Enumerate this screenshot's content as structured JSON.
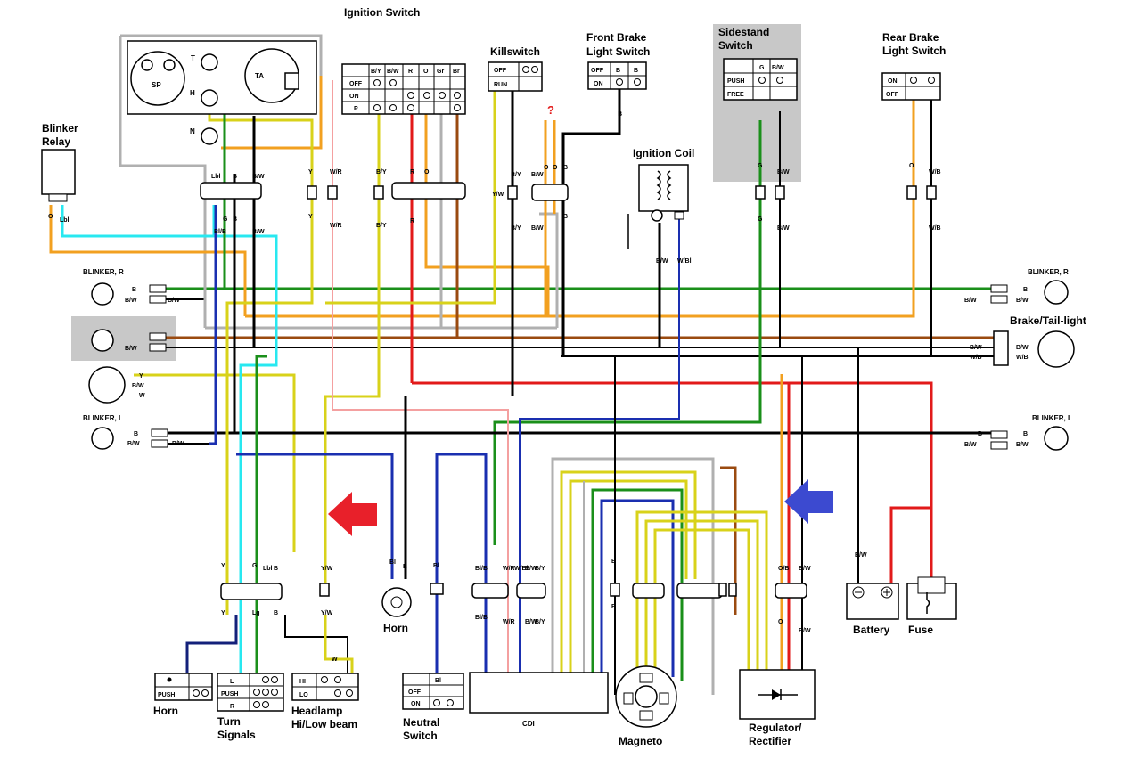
{
  "labels": {
    "ignition_switch": "Ignition Switch",
    "killswitch": "Killswitch",
    "front_brake_1": "Front Brake",
    "front_brake_2": "Light Switch",
    "sidestand_1": "Sidestand",
    "sidestand_2": "Switch",
    "rear_brake_1": "Rear Brake",
    "rear_brake_2": "Light Switch",
    "blinker_relay_1": "Blinker",
    "blinker_relay_2": "Relay",
    "ignition_coil": "Ignition Coil",
    "blinker_r_left": "BLINKER, R",
    "blinker_r_right": "BLINKER, R",
    "blinker_l_left": "BLINKER, L",
    "blinker_l_right": "BLINKER, L",
    "brake_tail_light": "Brake/Tail-light",
    "horn_center": "Horn",
    "horn_switch": "Horn",
    "turn_signals_1": "Turn",
    "turn_signals_2": "Signals",
    "headlamp_1": "Headlamp",
    "headlamp_2": "Hi/Low beam",
    "neutral_1": "Neutral",
    "neutral_2": "Switch",
    "cdi": "CDI",
    "magneto": "Magneto",
    "regulator_1": "Regulator/",
    "regulator_2": "Rectifier",
    "battery": "Battery",
    "fuse": "Fuse"
  },
  "gauges": {
    "speedo": "SP",
    "tacho": "TA",
    "t": "T",
    "h": "H",
    "n": "N"
  },
  "ignition_table": {
    "headers": [
      "B/Y",
      "B/W",
      "R",
      "O",
      "Gr",
      "Br"
    ],
    "rows": [
      "OFF",
      "ON",
      "P"
    ]
  },
  "killswitch_table": {
    "rows": [
      "OFF",
      "RUN"
    ]
  },
  "front_brake_table": {
    "headers": [
      "B",
      "B"
    ],
    "rows": [
      "OFF",
      "ON"
    ]
  },
  "sidestand_table": {
    "headers": [
      "G",
      "B/W"
    ],
    "rows": [
      "PUSH",
      "FREE"
    ]
  },
  "rear_brake_table": {
    "rows": [
      "ON",
      "OFF"
    ]
  },
  "horn_switch_table": {
    "rows": [
      "PUSH"
    ]
  },
  "turn_table": {
    "rows": [
      "L",
      "PUSH",
      "R"
    ]
  },
  "headlamp_table": {
    "rows": [
      "HI",
      "LO"
    ]
  },
  "neutral_table": {
    "headers": [
      "Bl"
    ],
    "rows": [
      "OFF",
      "ON"
    ]
  },
  "question_mark": "?",
  "wire_codes": {
    "b": "B",
    "bw": "B/W",
    "y": "Y",
    "w": "W",
    "g": "G",
    "o": "O",
    "r": "R",
    "lbl": "Lbl",
    "bl": "Bl",
    "blb": "Bl/B",
    "wr": "W/R",
    "wbl": "W/Bl",
    "yw": "Y/W",
    "by": "B/Y",
    "wb": "W/B",
    "ob": "O/B",
    "lg": "Lg",
    "br": "Br"
  },
  "colors": {
    "black": "#000000",
    "gray": "#b0b0b0",
    "green": "#1a8f1a",
    "yellow": "#d8d21a",
    "orange": "#f2a020",
    "red": "#e21a1a",
    "blue": "#1a2fb0",
    "brown": "#9a4a10",
    "lightblue": "#28e8f0",
    "pink": "#f4a0a0",
    "arrow_red": "#e8202a",
    "arrow_blue": "#3c4ad0",
    "highlight": "#c8c8c8"
  }
}
